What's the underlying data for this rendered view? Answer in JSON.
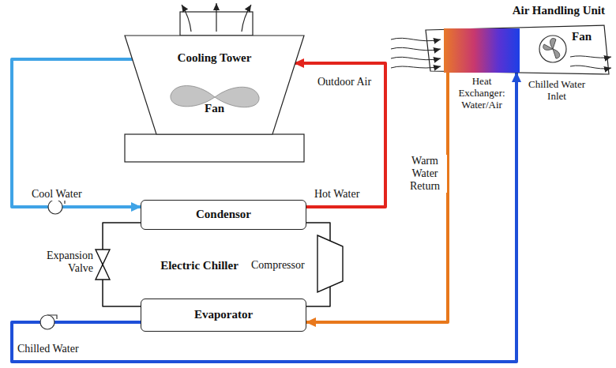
{
  "diagram": {
    "nodes": [
      {
        "text": [
          "Cooling Tower",
          "Fan"
        ]
      },
      {
        "text": [
          "Condensor"
        ]
      },
      {
        "text": [
          "Evaporator"
        ]
      },
      {
        "text": [
          "Air Handling Unit"
        ]
      },
      {
        "text": [
          "Heat Exchanger: Water/Air"
        ],
        "in": 3
      }
    ],
    "edges": [
      {
        "from": 0,
        "to": 1,
        "arrow": "to",
        "label": "Cool Water"
      },
      {
        "from": 1,
        "to": 0,
        "arrow": "to",
        "label": "Hot Water"
      },
      {
        "from": 2,
        "to": 4,
        "arrow": "to",
        "label": "Chilled Water"
      },
      {
        "from": 4,
        "to": 2,
        "arrow": "to",
        "label": "Warm Water Return"
      },
      {
        "from": 1,
        "to": 2,
        "arrow": "none"
      },
      {
        "from": 2,
        "to": 1,
        "arrow": "none"
      }
    ],
    "labels": [
      "Outdoor Air",
      "Fan",
      "Chilled Water Inlet",
      "Electric Chiller",
      "Compressor",
      "Expansion Valve"
    ]
  }
}
